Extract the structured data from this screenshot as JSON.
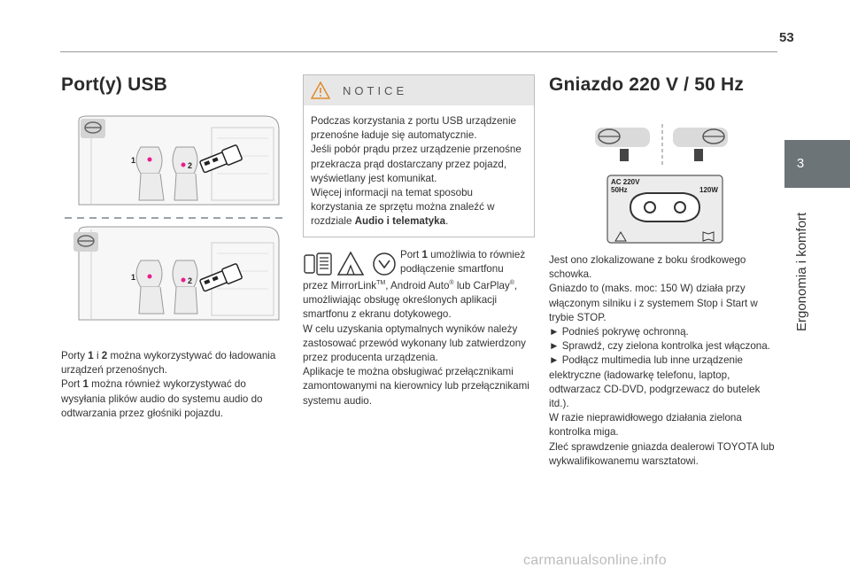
{
  "page_number": "53",
  "side_tab": {
    "number": "3",
    "title": "Ergonomia i komfort"
  },
  "usb": {
    "heading": "Port(y) USB",
    "figure_labels": {
      "port1": "1",
      "port2": "2"
    },
    "paragraph": [
      {
        "pre": "Porty ",
        "b1": "1",
        "mid": " i ",
        "b2": "2",
        "post": " można wykorzystywać do ładowania urządzeń przenośnych."
      },
      {
        "pre": "Port ",
        "b1": "1",
        "post": " można również wykorzystywać do wysyłania plików audio do systemu audio do odtwarzania przez głośniki pojazdu."
      }
    ]
  },
  "notice": {
    "title": "NOTICE",
    "text_before": "Podczas korzystania z portu USB urządzenie przenośne ładuje się automatycznie.\nJeśli pobór prądu przez urządzenie przenośne przekracza prąd dostarczany przez pojazd, wyświetlany jest komunikat.\nWięcej informacji na temat sposobu korzystania ze sprzętu można znaleźć w rozdziale ",
    "bold_text": "Audio i telematyka",
    "text_after": "."
  },
  "mirror": {
    "l1_pre": "Port ",
    "l1_bold": "1",
    "l1_post": " umożliwia to również",
    "l2": "podłączenie smartfonu",
    "l3_a": "przez MirrorLink",
    "l3_sup1": "TM",
    "l3_b": ", Android Auto",
    "l3_sup2": "®",
    "l3_c": " lub CarPlay",
    "l3_sup3": "®",
    "l3_d": ",",
    "rest": "umożliwiając obsługę określonych aplikacji smartfonu z ekranu dotykowego.\nW celu uzyskania optymalnych wyników należy zastosować przewód wykonany lub zatwierdzony przez producenta urządzenia.\nAplikacje te można obsługiwać przełącznikami zamontowanymi na kierownicy lub przełącznikami systemu audio."
  },
  "socket": {
    "heading": "Gniazdo 220 V / 50 Hz",
    "label_ac": "AC 220V",
    "label_hz": "50Hz",
    "label_w": "120W",
    "lines": [
      "Jest ono zlokalizowane z boku środkowego schowka.",
      "Gniazdo to (maks. moc: 150 W) działa przy włączonym silniku i z systemem Stop i Start w trybie STOP.",
      "► Podnieś pokrywę ochronną.",
      "► Sprawdź, czy zielona kontrolka jest włączona.",
      "► Podłącz multimedia lub inne urządzenie elektryczne (ładowarkę telefonu, laptop, odtwarzacz CD-DVD, podgrzewacz do butelek itd.).",
      "W razie nieprawidłowego działania zielona kontrolka miga.",
      "Zleć sprawdzenie gniazda dealerowi TOYOTA lub wykwalifikowanemu warsztatowi."
    ]
  },
  "watermark": "carmanualsonline.info"
}
